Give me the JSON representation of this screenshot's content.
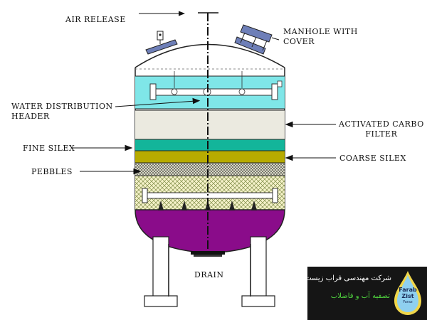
{
  "labels": {
    "air_release": "AIR RELEASE",
    "manhole": "MANHOLE WITH\nCOVER",
    "water_distribution": "WATER DISTRIBUTION\nHEADER",
    "activated_carbon": "ACTIVATED CARBO\nFILTER",
    "fine_silex": "FINE SILEX",
    "coarse_silex": "COARSE SILEX",
    "pebbles": "PEBBLES",
    "drain": "DRAIN"
  },
  "brand": {
    "line1": "شرکت مهندسی فراب زیست فراز",
    "line2": "تصفیه آب و فاضلاب",
    "logo_line1": "Farab",
    "logo_line2": "Zist",
    "logo_line3": "Faraz"
  },
  "colors": {
    "water_layer": "#7fe6e8",
    "carbon_layer": "#ebeae0",
    "fine_silex": "#13b59a",
    "coarse_silex": "#b7ab00",
    "pebbles": "#c9c9b0",
    "drain_bottom": "#8a0c8a",
    "brand_bg": "#151515",
    "brand_green": "#4fd23e"
  }
}
